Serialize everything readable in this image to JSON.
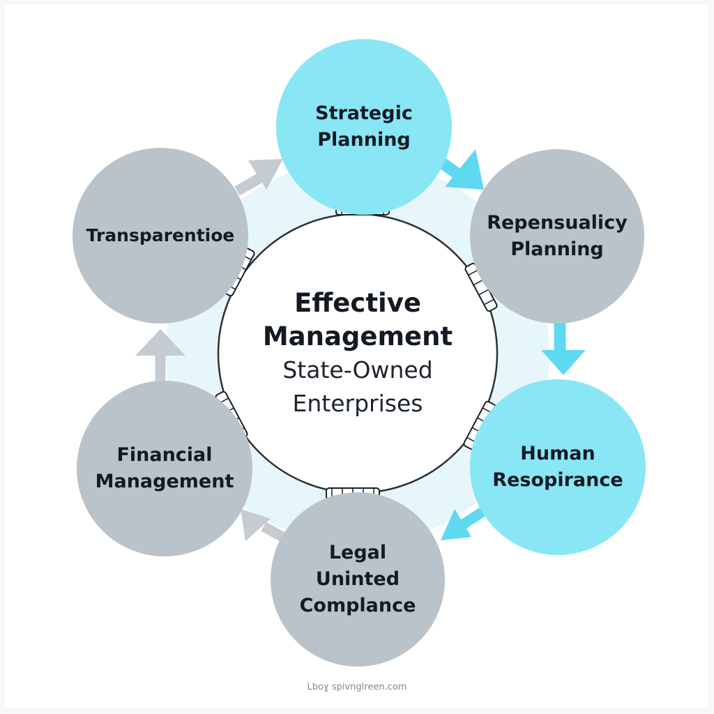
{
  "center": {
    "title_line1": "Effective",
    "title_line2": "Management",
    "subtitle_line1": "State-Owned",
    "subtitle_line2": "Enterprises"
  },
  "nodes": {
    "strategic": {
      "line1": "Strategic",
      "line2": "Planning",
      "color": "#89e6f5"
    },
    "repensualicy": {
      "line1": "Repensualicy",
      "line2": "Planning",
      "color": "#bac3c9"
    },
    "human": {
      "line1": "Human",
      "line2": "Resopirance",
      "color": "#89e6f5"
    },
    "legal": {
      "line1": "Legal",
      "line2": "Uninted",
      "line3": "Complance",
      "color": "#bac3c9"
    },
    "financial": {
      "line1": "Financial",
      "line2": "Management",
      "color": "#bac3c9"
    },
    "transparency": {
      "line1": "Transparentioe",
      "color": "#bac3c9"
    }
  },
  "colors": {
    "arrow_cyan": "#5fd8f2",
    "arrow_gray": "#c4ccd2",
    "halo": "#e4f5fa"
  },
  "watermark": "Lboɣ spivnglreen.com"
}
